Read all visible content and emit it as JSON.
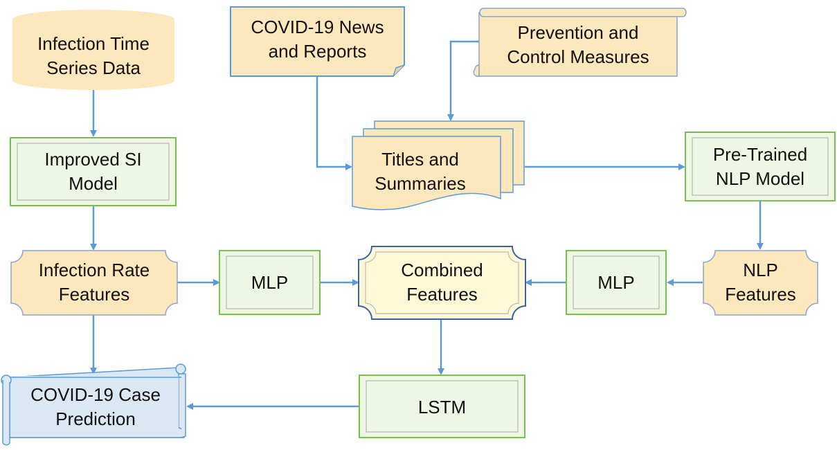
{
  "colors": {
    "arrow": "#5b9bd5",
    "yellow_fill": "#fde7bd",
    "yellow_stroke": "#8aa6cf",
    "green_fill": "#eef7e4",
    "green_stroke": "#79c04e",
    "combined_fill": "#fdf9d6",
    "combined_stroke": "#3b62a8",
    "blue_fill": "#dbe7f3",
    "blue_stroke": "#5b9bd5"
  },
  "nodes": {
    "infection_data": {
      "label": "Infection Time\nSeries Data",
      "shape": "database"
    },
    "news": {
      "label": "COVID-19 News\nand Reports",
      "shape": "note"
    },
    "prevention": {
      "label": "Prevention and\nControl Measures",
      "shape": "scroll"
    },
    "titles": {
      "label": "Titles and\nSummaries",
      "shape": "multi-document"
    },
    "si_model": {
      "label": "Improved SI\nModel",
      "shape": "process"
    },
    "nlp_model": {
      "label": "Pre-Trained\nNLP Model",
      "shape": "process"
    },
    "infection_rate": {
      "label": "Infection Rate\nFeatures",
      "shape": "plaque"
    },
    "mlp_left": {
      "label": "MLP",
      "shape": "process"
    },
    "combined": {
      "label": "Combined\nFeatures",
      "shape": "plaque"
    },
    "mlp_right": {
      "label": "MLP",
      "shape": "process"
    },
    "nlp_features": {
      "label": "NLP\nFeatures",
      "shape": "plaque"
    },
    "lstm": {
      "label": "LSTM",
      "shape": "process"
    },
    "prediction": {
      "label": "COVID-19 Case\nPrediction",
      "shape": "scroll"
    }
  },
  "edges": [
    {
      "from": "infection_data",
      "to": "si_model"
    },
    {
      "from": "si_model",
      "to": "infection_rate"
    },
    {
      "from": "infection_rate",
      "to": "mlp_left"
    },
    {
      "from": "infection_rate",
      "to": "prediction"
    },
    {
      "from": "mlp_left",
      "to": "combined"
    },
    {
      "from": "news",
      "to": "titles"
    },
    {
      "from": "prevention",
      "to": "titles"
    },
    {
      "from": "titles",
      "to": "nlp_model"
    },
    {
      "from": "nlp_model",
      "to": "nlp_features"
    },
    {
      "from": "nlp_features",
      "to": "mlp_right"
    },
    {
      "from": "mlp_right",
      "to": "combined"
    },
    {
      "from": "combined",
      "to": "lstm"
    },
    {
      "from": "lstm",
      "to": "prediction"
    }
  ]
}
